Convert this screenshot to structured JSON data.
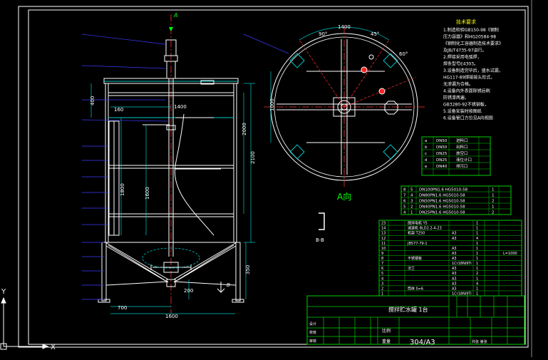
{
  "colors": {
    "background": "#000000",
    "frame": "#ffffff",
    "outline": "#ffffff",
    "dimension": "#00c8c8",
    "leader": "#3a3aff",
    "text_yellow": "#ffff00",
    "table_green": "#00d000",
    "center_line": "#ff3030",
    "view_label": "#00ff00",
    "marker": "#ff2020"
  },
  "section_view": {
    "arrow_label": "A",
    "dimensions": {
      "top_width": "1400",
      "shell_height": "2100",
      "coil_height": "2000",
      "inner_height": "1800",
      "inner_sub": "1600",
      "cone_height": "400",
      "leg_height": "350",
      "base_width": "1600",
      "base_half": "700",
      "left_small": "200",
      "left_note": "160",
      "nozzle_label": "B"
    }
  },
  "plan_view": {
    "dims": [
      "90°",
      "45°",
      "1400",
      "1000",
      "60°"
    ],
    "label": "A向"
  },
  "detail_view": {
    "label": "B-B"
  },
  "notes": {
    "title": "技术要求",
    "lines": [
      "1.制造检验GB150-98《钢制",
      "压力容器》和HG20584-98",
      "《钢制化工容器制造技术要求》",
      "及JB/T4735-97进行。",
      "2.焊接采用电弧焊，",
      "焊条型号E4303。",
      "3.设备制造完毕后，盛水试漏，",
      "HG117-89焊接接头形式，",
      "无渗漏为合格。",
      "4.设备内外表面除锈后刷",
      "防锈漆两遍，",
      "GB3280-92不锈钢板，",
      "5.设备安装时按图纸",
      "6.设备管口方位见A向视图"
    ]
  },
  "nozzle_table": {
    "rows": [
      [
        "a",
        "DN50",
        "进料口"
      ],
      [
        "b",
        "DN50",
        "出料口"
      ],
      [
        "c",
        "DN25",
        "放空口"
      ],
      [
        "d",
        "DN25",
        "液位计口"
      ],
      [
        "e",
        "DN40",
        "排污口"
      ]
    ]
  },
  "parts_table_small": {
    "rows": [
      [
        "8",
        "5",
        "DN100PN1.6 HG5010-58",
        "1"
      ],
      [
        "7",
        "4",
        "DN80PN1.6 HG5010-58",
        "1"
      ],
      [
        "6",
        "3",
        "DN50PN1.6 HG5010-58",
        "2"
      ],
      [
        "5",
        "2",
        "DN40PN1.6 HG5010-58",
        "1"
      ],
      [
        "4",
        "1",
        "DN25PN1.6 HG5010-58",
        "2"
      ]
    ]
  },
  "bom": {
    "rows": [
      [
        "23",
        "",
        "搅拌电机 Y5",
        "",
        "1",
        ""
      ],
      [
        "14",
        "",
        "减速机 BLD2.2-4-23",
        "",
        "1",
        ""
      ],
      [
        "13",
        "",
        "机架 T250",
        "A3",
        "1",
        ""
      ],
      [
        "12",
        "",
        "",
        "A3",
        "4",
        ""
      ],
      [
        "11",
        "",
        "JB577-79-1",
        "",
        "1",
        ""
      ],
      [
        "10",
        "",
        "",
        "A3",
        "1",
        ""
      ],
      [
        "9",
        "",
        "",
        "A3",
        "1",
        "L=1000"
      ],
      [
        "8",
        "",
        "不锈钢板",
        "A3",
        "1",
        ""
      ],
      [
        "7",
        "",
        "",
        "1Cr18Ni9Ti",
        "1",
        ""
      ],
      [
        "6",
        "",
        "法兰",
        "A3",
        "1",
        ""
      ],
      [
        "5",
        "",
        "",
        "A3",
        "2",
        ""
      ],
      [
        "4",
        "",
        "",
        "A3",
        "1",
        ""
      ],
      [
        "3",
        "",
        "",
        "A3",
        "4",
        ""
      ],
      [
        "2",
        "",
        "筒体 δ=6",
        "A3",
        "1",
        ""
      ],
      [
        "1",
        "",
        "",
        "1Cr18Ni9Ti",
        "1",
        ""
      ]
    ]
  },
  "title_block": {
    "name": "搅拌贮水罐 1台",
    "material": "304/A3",
    "ratio_label": "比例",
    "weight_label": "重量",
    "drawn": "设计",
    "checked": "校核",
    "approved": "审核",
    "sheet_label": "共张 第张"
  },
  "ucs": {
    "x_label": "X",
    "y_label": "Y"
  }
}
